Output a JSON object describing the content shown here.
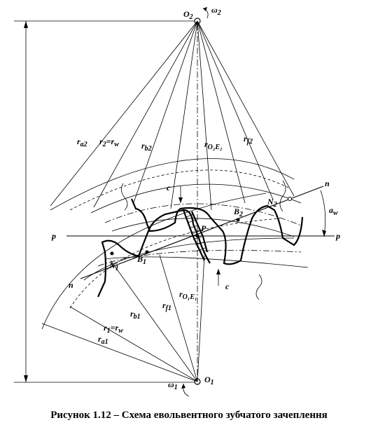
{
  "labels": {
    "O2": "O",
    "O2_sub": "2",
    "omega2": "ω",
    "omega2_sub": "2",
    "O1": "O",
    "O1_sub": "1",
    "omega1": "ω",
    "omega1_sub": "1",
    "ra2": "r",
    "ra2_sub": "a2",
    "r2rw": "r",
    "r2rw_mid": "2",
    "r2rw_eq": "=r",
    "r2rw_sub": "w",
    "rb2": "r",
    "rb2_sub": "b2",
    "rO2E2": "r",
    "rO2E2_sub": "O₂E₂",
    "rf2": "r",
    "rf2_sub": "f2",
    "c_top": "c",
    "c_bottom": "c",
    "n_top": "n",
    "n_bottom": "n",
    "N2": "N",
    "N2_sub": "2",
    "N1": "N",
    "N1_sub": "1",
    "B2": "B",
    "B2_sub": "2",
    "B1": "B",
    "B1_sub": "1",
    "P": "P",
    "p_left": "p",
    "p_right": "p",
    "aw": "a",
    "aw_sub": "w",
    "rO1E1": "r",
    "rO1E1_sub": "O₁E₁",
    "rf1": "r",
    "rf1_sub": "f1",
    "rb1": "r",
    "rb1_sub": "b1",
    "r1rw": "r",
    "r1rw_mid": "1",
    "r1rw_eq": "=r",
    "r1rw_sub": "w",
    "ra1": "r",
    "ra1_sub": "a1"
  },
  "caption": "Рисунок 1.12 – Схема евольвентного зубчатого зачеплення"
}
